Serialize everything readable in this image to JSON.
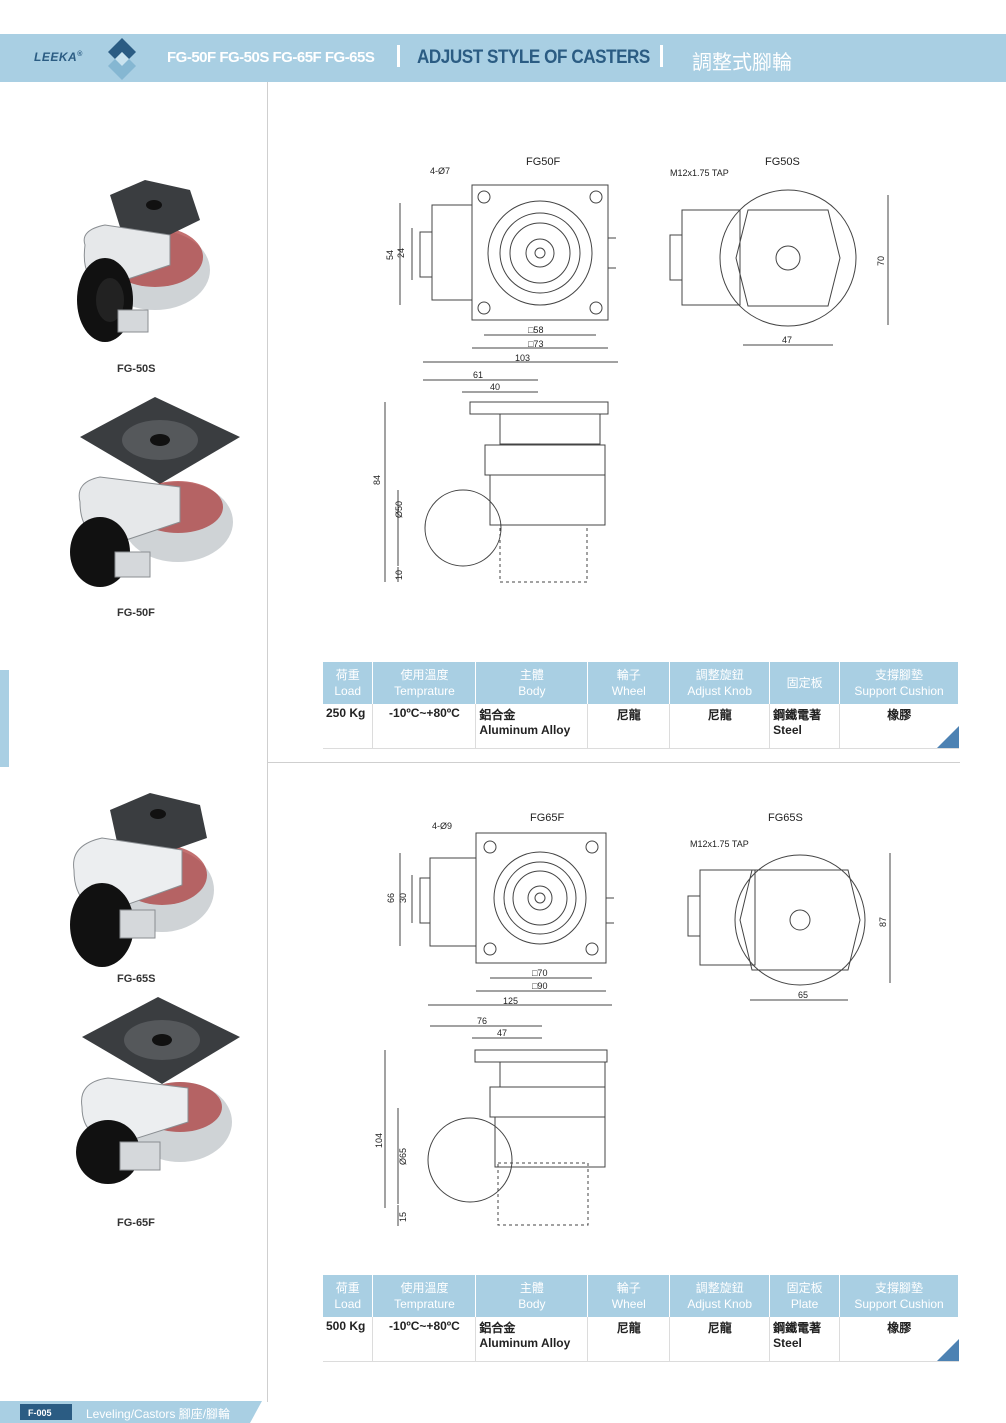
{
  "header": {
    "brand": "LEEKA",
    "brand_mark": "®",
    "models": "FG-50F FG-50S FG-65F FG-65S",
    "title_en": "ADJUST STYLE OF CASTERS",
    "title_zh": "調整式腳輪",
    "colors": {
      "bar": "#a9cfe3",
      "accent": "#2b5c83",
      "corner": "#4d82b3"
    }
  },
  "photos": [
    {
      "caption": "FG-50S",
      "icon": "caster-hex-top-photo"
    },
    {
      "caption": "FG-50F",
      "icon": "caster-square-plate-photo"
    },
    {
      "caption": "FG-65S",
      "icon": "caster-hex-top-photo"
    },
    {
      "caption": "FG-65F",
      "icon": "caster-square-plate-photo"
    }
  ],
  "drawings": {
    "fg50": {
      "title_f": "FG50F",
      "title_s": "FG50S",
      "holes": "4-Ø7",
      "tap": "M12x1.75 TAP",
      "dims": {
        "h54": "54",
        "h24": "24",
        "sq58": "□58",
        "sq73": "□73",
        "w103": "103",
        "w61": "61",
        "w40": "40",
        "h84": "84",
        "d50": "Ø50",
        "h10": "10",
        "w47": "47",
        "h70": "70"
      }
    },
    "fg65": {
      "title_f": "FG65F",
      "title_s": "FG65S",
      "holes": "4-Ø9",
      "tap": "M12x1.75 TAP",
      "dims": {
        "h66": "66",
        "h30": "30",
        "sq70": "□70",
        "sq90": "□90",
        "w125": "125",
        "w76": "76",
        "w47": "47",
        "h104": "104",
        "d65": "Ø65",
        "h15": "15",
        "w65": "65",
        "h87": "87"
      }
    }
  },
  "spec_headers_1": [
    {
      "zh": "荷重",
      "en": "Load"
    },
    {
      "zh": "使用溫度",
      "en": "Temprature"
    },
    {
      "zh": "主體",
      "en": "Body"
    },
    {
      "zh": "輪子",
      "en": "Wheel"
    },
    {
      "zh": "調整旋鈕",
      "en": "Adjust Knob"
    },
    {
      "zh": "固定板",
      "en": ""
    },
    {
      "zh": "支撐腳墊",
      "en": "Support Cushion"
    }
  ],
  "spec_row_1": {
    "load": "250 Kg",
    "temp": "-10ºC~+80ºC",
    "body_zh": "鋁合金",
    "body_en": "Aluminum Alloy",
    "wheel": "尼龍",
    "knob": "尼龍",
    "plate_zh": "鋼鐵電著",
    "plate_en": "Steel",
    "cushion": "橡膠"
  },
  "spec_headers_2": [
    {
      "zh": "荷重",
      "en": "Load"
    },
    {
      "zh": "使用溫度",
      "en": "Temprature"
    },
    {
      "zh": "主體",
      "en": "Body"
    },
    {
      "zh": "輪子",
      "en": "Wheel"
    },
    {
      "zh": "調整旋鈕",
      "en": "Adjust Knob"
    },
    {
      "zh": "固定板",
      "en": "Plate"
    },
    {
      "zh": "支撐腳墊",
      "en": "Support Cushion"
    }
  ],
  "spec_row_2": {
    "load": "500 Kg",
    "temp": "-10ºC~+80ºC",
    "body_zh": "鋁合金",
    "body_en": "Aluminum Alloy",
    "wheel": "尼龍",
    "knob": "尼龍",
    "plate_zh": "鋼鐵電著",
    "plate_en": "Steel",
    "cushion": "橡膠"
  },
  "footer": {
    "page": "F-005",
    "text": "Leveling/Castors 腳座/腳輪"
  }
}
